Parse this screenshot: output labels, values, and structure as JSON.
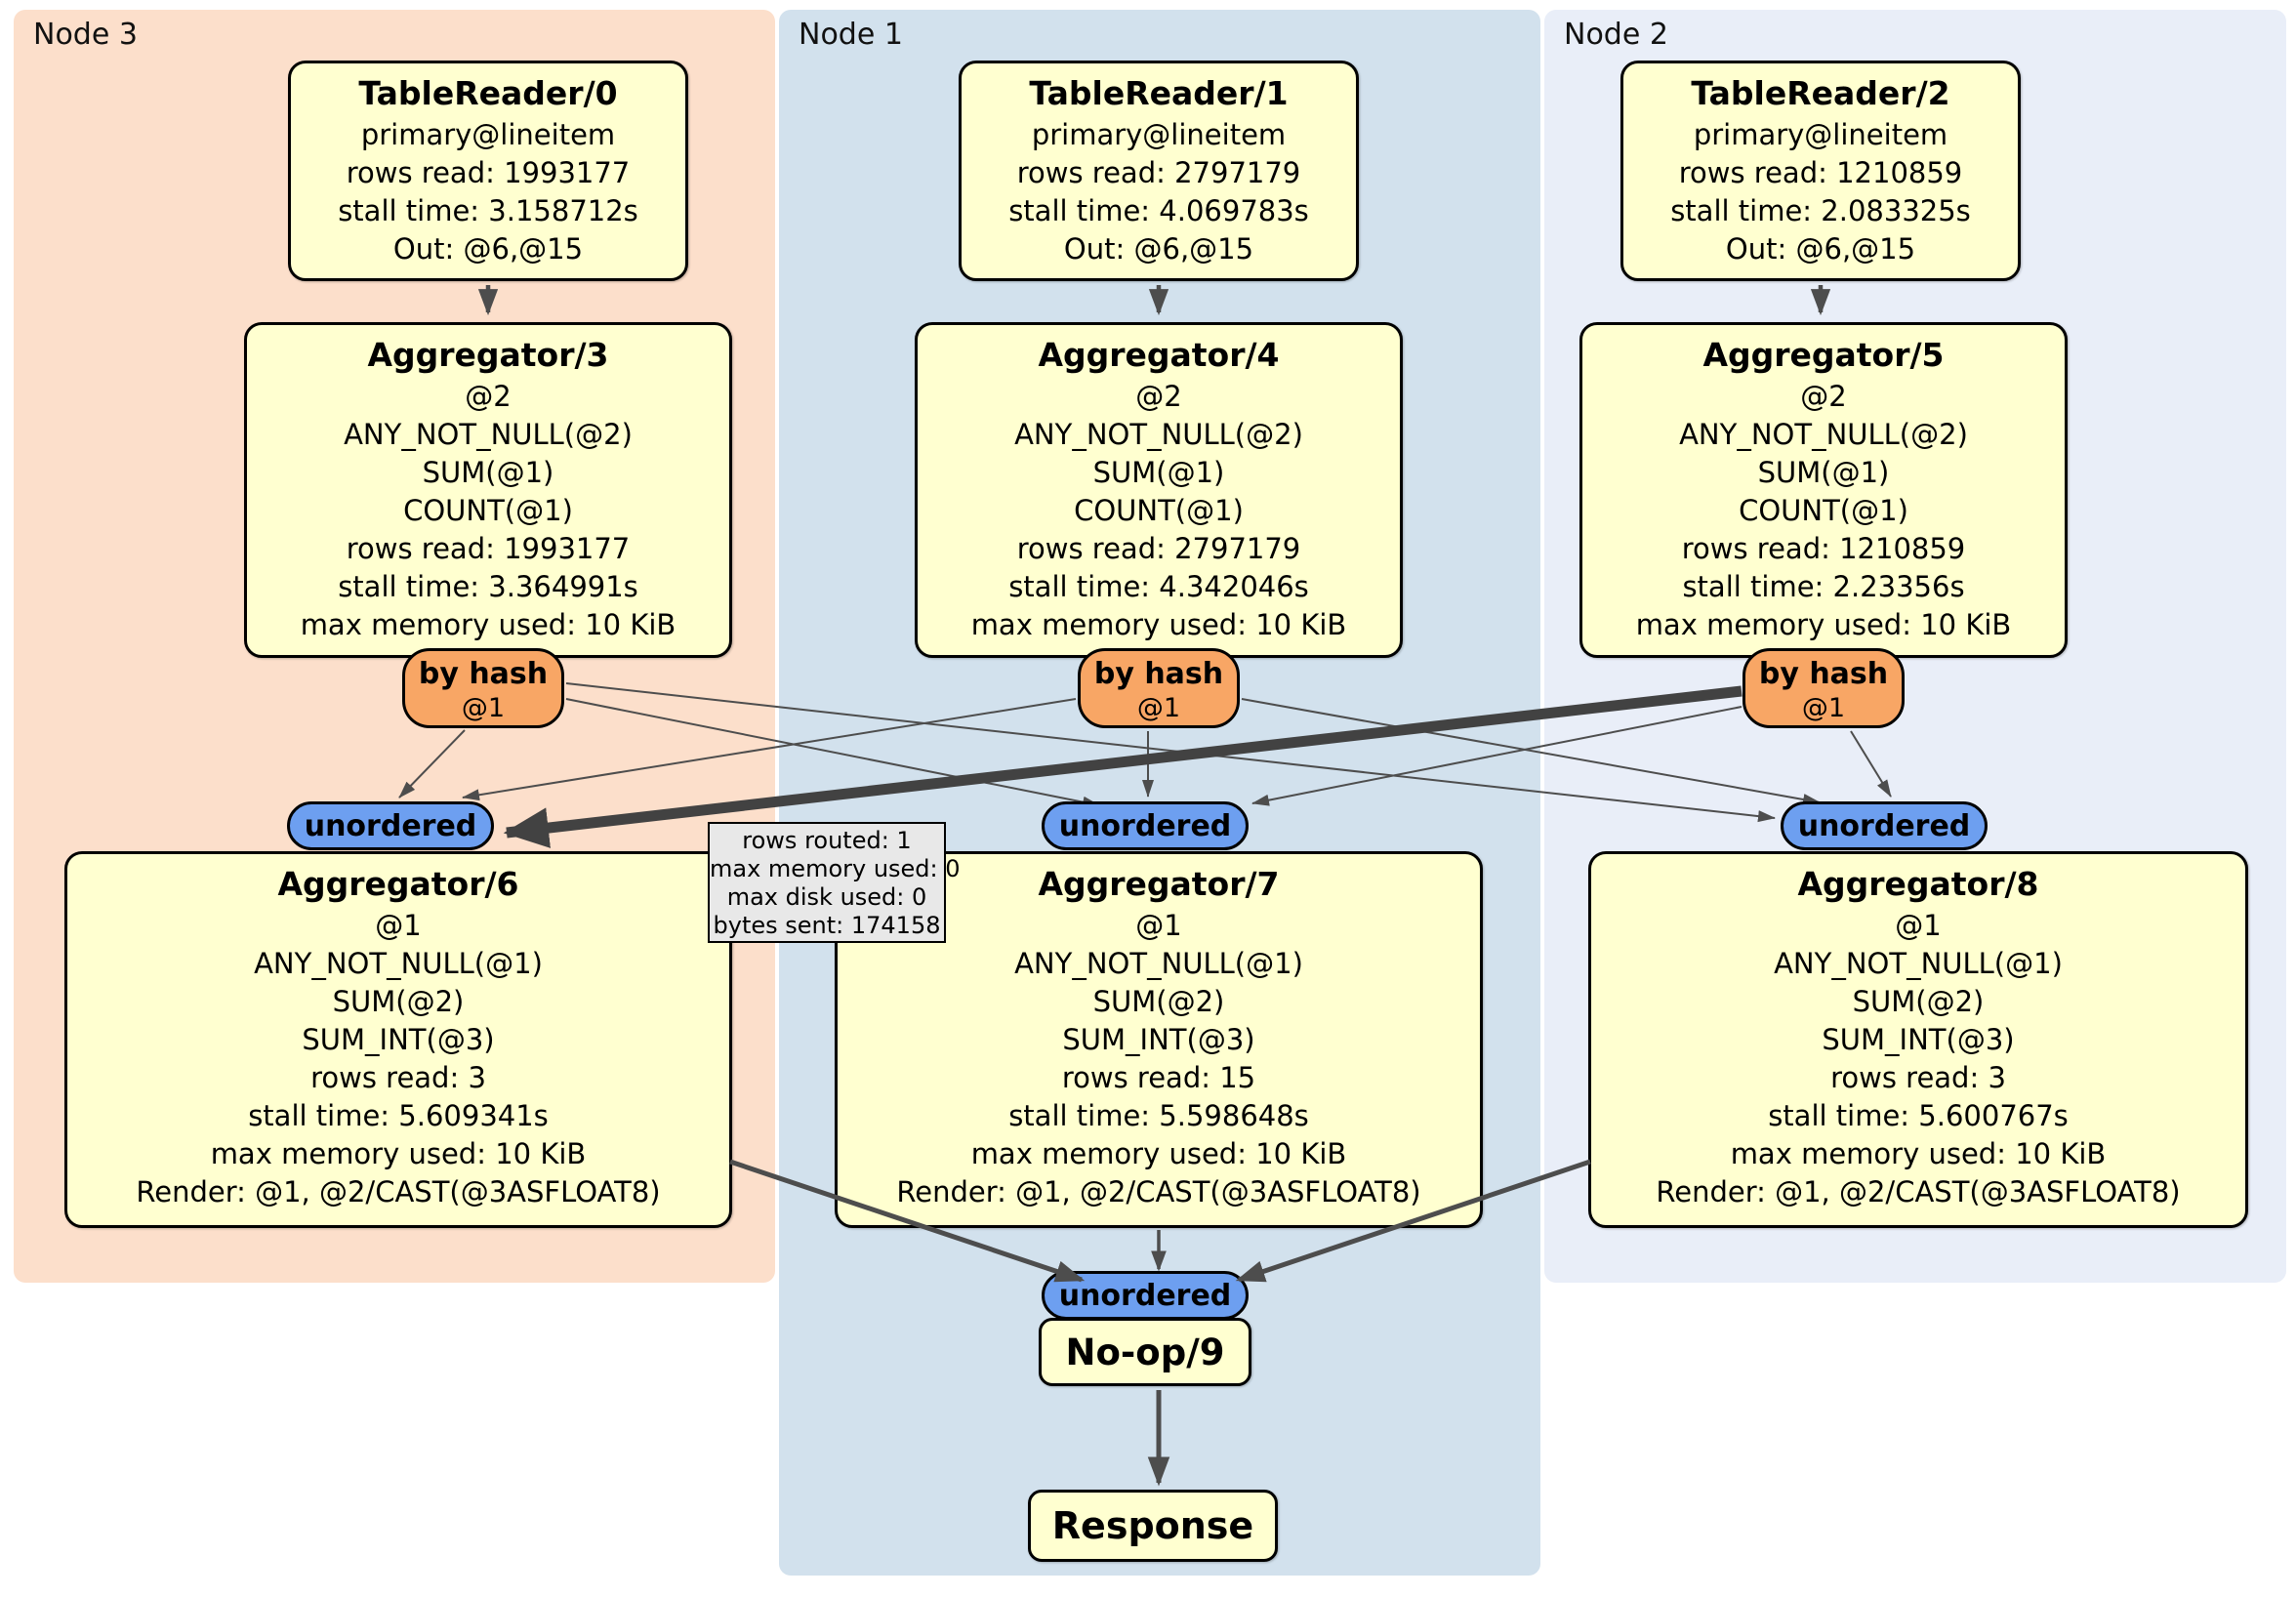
{
  "nodes": [
    {
      "label": "Node 3",
      "table_reader": {
        "title": "TableReader/0",
        "lines": [
          "primary@lineitem",
          "rows read: 1993177",
          "stall time: 3.158712s",
          "Out: @6,@15"
        ]
      },
      "agg_top": {
        "title": "Aggregator/3",
        "lines": [
          "@2",
          "ANY_NOT_NULL(@2)",
          "SUM(@1)",
          "COUNT(@1)",
          "rows read: 1993177",
          "stall time: 3.364991s",
          "max memory used: 10 KiB"
        ]
      },
      "router": {
        "label": "by hash",
        "arg": "@1"
      },
      "sync": {
        "label": "unordered"
      },
      "agg_bottom": {
        "title": "Aggregator/6",
        "lines": [
          "@1",
          "ANY_NOT_NULL(@1)",
          "SUM(@2)",
          "SUM_INT(@3)",
          "rows read: 3",
          "stall time: 5.609341s",
          "max memory used: 10 KiB",
          "Render: @1, @2/CAST(@3ASFLOAT8)"
        ]
      }
    },
    {
      "label": "Node 1",
      "table_reader": {
        "title": "TableReader/1",
        "lines": [
          "primary@lineitem",
          "rows read: 2797179",
          "stall time: 4.069783s",
          "Out: @6,@15"
        ]
      },
      "agg_top": {
        "title": "Aggregator/4",
        "lines": [
          "@2",
          "ANY_NOT_NULL(@2)",
          "SUM(@1)",
          "COUNT(@1)",
          "rows read: 2797179",
          "stall time: 4.342046s",
          "max memory used: 10 KiB"
        ]
      },
      "router": {
        "label": "by hash",
        "arg": "@1"
      },
      "sync": {
        "label": "unordered"
      },
      "agg_bottom": {
        "title": "Aggregator/7",
        "lines": [
          "@1",
          "ANY_NOT_NULL(@1)",
          "SUM(@2)",
          "SUM_INT(@3)",
          "rows read: 15",
          "stall time: 5.598648s",
          "max memory used: 10 KiB",
          "Render: @1, @2/CAST(@3ASFLOAT8)"
        ]
      }
    },
    {
      "label": "Node 2",
      "table_reader": {
        "title": "TableReader/2",
        "lines": [
          "primary@lineitem",
          "rows read: 1210859",
          "stall time: 2.083325s",
          "Out: @6,@15"
        ]
      },
      "agg_top": {
        "title": "Aggregator/5",
        "lines": [
          "@2",
          "ANY_NOT_NULL(@2)",
          "SUM(@1)",
          "COUNT(@1)",
          "rows read: 1210859",
          "stall time: 2.23356s",
          "max memory used: 10 KiB"
        ]
      },
      "router": {
        "label": "by hash",
        "arg": "@1"
      },
      "sync": {
        "label": "unordered"
      },
      "agg_bottom": {
        "title": "Aggregator/8",
        "lines": [
          "@1",
          "ANY_NOT_NULL(@1)",
          "SUM(@2)",
          "SUM_INT(@3)",
          "rows read: 3",
          "stall time: 5.600767s",
          "max memory used: 10 KiB",
          "Render: @1, @2/CAST(@3ASFLOAT8)"
        ]
      }
    }
  ],
  "tooltip": {
    "lines": [
      "rows routed: 1",
      "max memory used: 0",
      "max disk used: 0",
      "bytes sent: 174158"
    ]
  },
  "final": {
    "sync_label": "unordered",
    "noop_title": "No-op/9",
    "response_title": "Response"
  },
  "colors": {
    "node3_bg": "#fcdfcb",
    "node1_bg": "#d2e1ed",
    "node2_bg": "#e9eef8",
    "processor_bg": "#ffffd0",
    "router_bg": "#f8a665",
    "sync_bg": "#6d9ff0",
    "tooltip_bg": "#e8e8e8",
    "edge": "#4d4d4d"
  }
}
